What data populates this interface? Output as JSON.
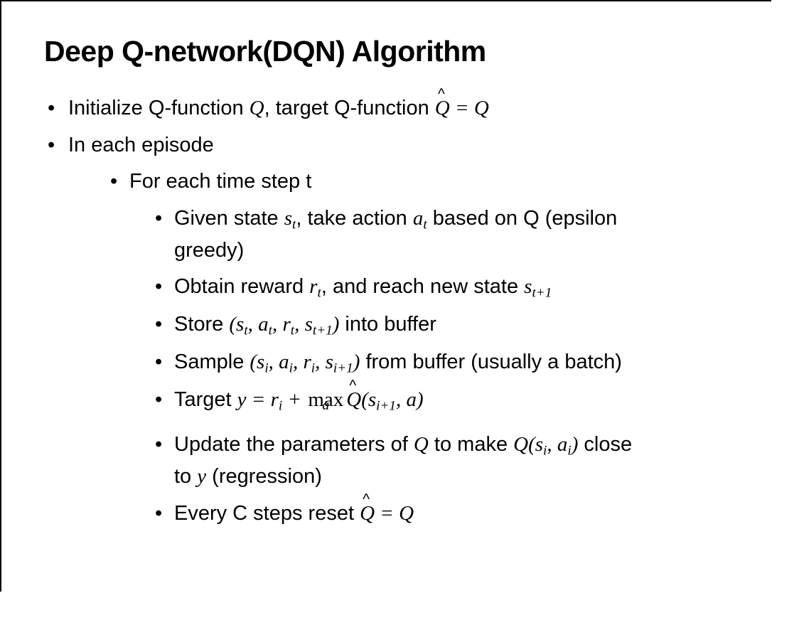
{
  "slide": {
    "title": "Deep Q-network(DQN) Algorithm",
    "glyphs": {
      "bullet": "•",
      "hat": "^"
    },
    "bullets": [
      {
        "level": 1,
        "segments": [
          {
            "s": "plain",
            "t": "Initialize Q-function "
          },
          {
            "s": "math",
            "t": "Q"
          },
          {
            "s": "plain",
            "t": ", target Q-function "
          },
          {
            "s": "math",
            "t": "Q",
            "hat": true
          },
          {
            "s": "math",
            "t": " = Q"
          }
        ]
      },
      {
        "level": 1,
        "segments": [
          {
            "s": "plain",
            "t": "In each episode"
          }
        ]
      },
      {
        "level": 2,
        "segments": [
          {
            "s": "plain",
            "t": "For each time step t"
          }
        ]
      },
      {
        "level": 3,
        "segments": [
          {
            "s": "plain",
            "t": "Given state "
          },
          {
            "s": "math",
            "t": "s"
          },
          {
            "s": "sub",
            "t": "t"
          },
          {
            "s": "plain",
            "t": ", take action "
          },
          {
            "s": "math",
            "t": "a"
          },
          {
            "s": "sub",
            "t": "t"
          },
          {
            "s": "plain",
            "t": " based on Q (epsilon"
          },
          {
            "s": "br"
          },
          {
            "s": "plain",
            "t": "greedy)"
          }
        ]
      },
      {
        "level": 3,
        "segments": [
          {
            "s": "plain",
            "t": "Obtain reward "
          },
          {
            "s": "math",
            "t": "r"
          },
          {
            "s": "sub",
            "t": "t"
          },
          {
            "s": "plain",
            "t": ", and reach new state "
          },
          {
            "s": "math",
            "t": "s"
          },
          {
            "s": "sub",
            "t": "t+1"
          }
        ]
      },
      {
        "level": 3,
        "segments": [
          {
            "s": "plain",
            "t": "Store "
          },
          {
            "s": "math",
            "t": "(s"
          },
          {
            "s": "sub",
            "t": "t"
          },
          {
            "s": "math",
            "t": ", a"
          },
          {
            "s": "sub",
            "t": "t"
          },
          {
            "s": "math",
            "t": ", r"
          },
          {
            "s": "sub",
            "t": "t"
          },
          {
            "s": "math",
            "t": ", s"
          },
          {
            "s": "sub",
            "t": "t+1"
          },
          {
            "s": "math",
            "t": ")"
          },
          {
            "s": "plain",
            "t": " into buffer"
          }
        ]
      },
      {
        "level": 3,
        "segments": [
          {
            "s": "plain",
            "t": "Sample "
          },
          {
            "s": "math",
            "t": "(s"
          },
          {
            "s": "sub",
            "t": "i"
          },
          {
            "s": "math",
            "t": ", a"
          },
          {
            "s": "sub",
            "t": "i"
          },
          {
            "s": "math",
            "t": ", r"
          },
          {
            "s": "sub",
            "t": "i"
          },
          {
            "s": "math",
            "t": ", s"
          },
          {
            "s": "sub",
            "t": "i+1"
          },
          {
            "s": "math",
            "t": ")"
          },
          {
            "s": "plain",
            "t": " from buffer (usually a batch)"
          }
        ]
      },
      {
        "level": 3,
        "extra_space": true,
        "segments": [
          {
            "s": "plain",
            "t": "Target "
          },
          {
            "s": "math",
            "t": "y = r"
          },
          {
            "s": "sub",
            "t": "i"
          },
          {
            "s": "math",
            "t": " + "
          },
          {
            "s": "munder",
            "t": "max",
            "under": "a"
          },
          {
            "s": "math",
            "t": "Q",
            "hat": true
          },
          {
            "s": "math",
            "t": "(s"
          },
          {
            "s": "sub",
            "t": "i+1"
          },
          {
            "s": "math",
            "t": ", a)"
          }
        ]
      },
      {
        "level": 3,
        "segments": [
          {
            "s": "plain",
            "t": "Update the parameters of "
          },
          {
            "s": "math",
            "t": "Q"
          },
          {
            "s": "plain",
            "t": " to make "
          },
          {
            "s": "math",
            "t": "Q(s"
          },
          {
            "s": "sub",
            "t": "i"
          },
          {
            "s": "math",
            "t": ", a"
          },
          {
            "s": "sub",
            "t": "i"
          },
          {
            "s": "math",
            "t": ")"
          },
          {
            "s": "plain",
            "t": " close"
          },
          {
            "s": "br"
          },
          {
            "s": "plain",
            "t": "to "
          },
          {
            "s": "math",
            "t": "y"
          },
          {
            "s": "plain",
            "t": " (regression)"
          }
        ]
      },
      {
        "level": 3,
        "segments": [
          {
            "s": "plain",
            "t": "Every C steps reset "
          },
          {
            "s": "math",
            "t": "Q",
            "hat": true
          },
          {
            "s": "math",
            "t": " = Q"
          }
        ]
      }
    ]
  }
}
